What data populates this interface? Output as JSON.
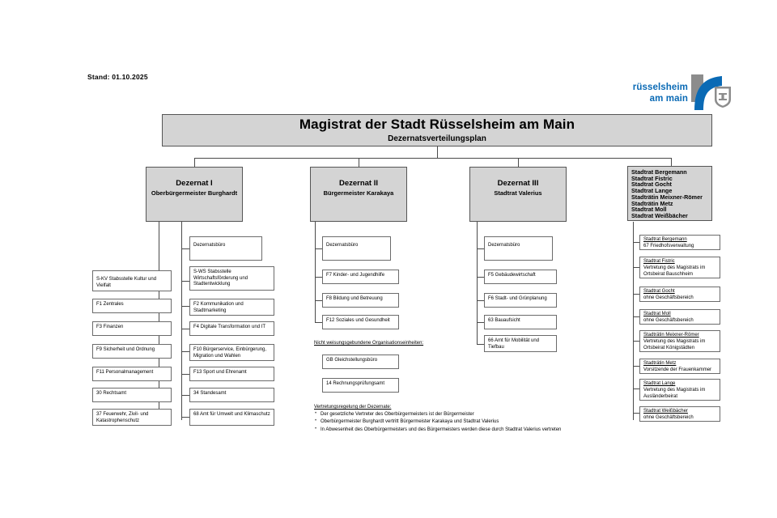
{
  "meta": {
    "stand": "Stand: 01.10.2025"
  },
  "logo": {
    "line1": "rüsselsheim",
    "line2": "am main",
    "color": "#0a6ab5"
  },
  "header": {
    "title": "Magistrat der Stadt Rüsselsheim am Main",
    "subtitle": "Dezernatsverteilungsplan"
  },
  "dezernate": [
    {
      "name": "Dezernat I",
      "holder": "Oberbürgermeister Burghardt"
    },
    {
      "name": "Dezernat II",
      "holder": "Bürgermeister Karakaya"
    },
    {
      "name": "Dezernat III",
      "holder": "Stadtrat Valerius"
    }
  ],
  "stadtrat_list": [
    "Stadtrat Bergemann",
    "Stadtrat Fistric",
    "Stadtrat Gocht",
    "Stadtrat Lange",
    "Stadträtin Meixner-Römer",
    "Stadträtin Metz",
    "Stadtrat Moll",
    "Stadtrat Weißbächer"
  ],
  "column1_left": [
    "S-KV Stabsstelle Kultur und Vielfalt",
    "F1 Zentrales",
    "F3 Finanzen",
    "F9 Sicherheit und Ordnung",
    "F11 Personalmanagement",
    "30 Rechtsamt",
    "37 Feuerwehr, Zivil- und Katastrophenschutz"
  ],
  "column1_right": [
    "Dezernatsbüro",
    "S-WS Stabsstelle Wirtschaftsförderung und Stadtentwicklung",
    "F2 Kommunikation und Stadtmarketing",
    "F4 Digitale Transformation und IT",
    "F10 Bürgerservice, Einbürgerung, Migration und Wahlen",
    "F13 Sport und Ehrenamt",
    "34 Standesamt",
    "68 Amt für Umwelt und Klimaschutz"
  ],
  "column2": [
    "Dezernatsbüro",
    "F7 Kinder- und Jugendhilfe",
    "F8 Bildung und Betreuung",
    "F12 Soziales und Gesundheit"
  ],
  "independent": {
    "heading": "Nicht weisungsgebundene Organisationseinheiten:",
    "items": [
      "GB Gleichstellungsbüro",
      "14 Rechnungsprüfungsamt"
    ]
  },
  "column3": [
    "Dezernatsbüro",
    "F5 Gebäudewirtschaft",
    "F6 Stadt- und Grünplanung",
    "63 Bauaufsicht",
    "66 Amt für Mobilität und Tiefbau"
  ],
  "stadtrat_detail": [
    {
      "name": "Stadtrat Bergemann",
      "role": "67 Friedhofsverwaltung"
    },
    {
      "name": "Stadtrat Fistric",
      "role": "Vertretung des Magistrats im Ortsbeirat Bauschheim"
    },
    {
      "name": "Stadtrat Gocht",
      "role": "ohne Geschäftsbereich"
    },
    {
      "name": "Stadtrat Moll",
      "role": "ohne Geschäftsbereich"
    },
    {
      "name": "Stadträtin Meixner-Römer",
      "role": "Vertretung des Magistrats im Ortsbeirat Königstädten"
    },
    {
      "name": "Stadträtin Metz",
      "role": "Vorsitzende der Frauenkammer"
    },
    {
      "name": "Stadtrat Lange",
      "role": "Vertretung des Magistrats im Ausländerbeirat"
    },
    {
      "name": "Stadtrat Weißbächer",
      "role": "ohne Geschäftsbereich"
    }
  ],
  "footnote": {
    "title": "Vertretungsregelung der Dezernate:",
    "items": [
      "Der gesetzliche Vertreter des Oberbürgermeisters ist der Bürgermeister",
      "Oberbürgermeister Burghardt vertritt Bürgermeister Karakaya und Stadtrat Valerius",
      "In Abwesenheit des Oberbürgermeisters und des Bürgermeisters werden diese durch Stadtrat Valerius vertreten"
    ]
  }
}
